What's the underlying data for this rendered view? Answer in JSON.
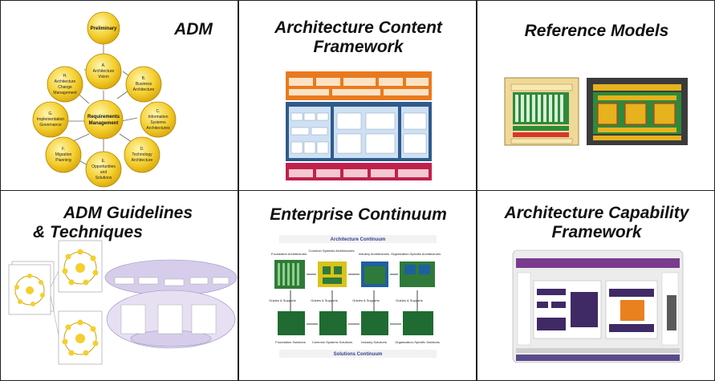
{
  "panels": {
    "adm": {
      "title": "ADM",
      "phases": {
        "preliminary": "Preliminary",
        "a": [
          "A.",
          "Architecture",
          "Vision"
        ],
        "b": [
          "B.",
          "Business",
          "Architecture"
        ],
        "c": [
          "C.",
          "Information",
          "Systems",
          "Architectures"
        ],
        "d": [
          "D.",
          "Technology",
          "Architecture"
        ],
        "e": [
          "E.",
          "Opportunities",
          "and",
          "Solutions"
        ],
        "f": [
          "F.",
          "Migration",
          "Planning"
        ],
        "g": [
          "G.",
          "Implementation",
          "Governance"
        ],
        "h": [
          "H.",
          "Architecture",
          "Change",
          "Management"
        ],
        "center": [
          "Requirements",
          "Management"
        ]
      }
    },
    "content_framework": {
      "title_line1": "Architecture Content",
      "title_line2": "Framework"
    },
    "reference_models": {
      "title": "Reference Models"
    },
    "guidelines": {
      "title_line1": "ADM  Guidelines",
      "title_line2": "& Techniques"
    },
    "continuum": {
      "title": "Enterprise Continuum",
      "architecture_continuum": "Architecture Continuum",
      "solutions_continuum": "Solutions Continuum",
      "top_labels": [
        "Foundation Architectures",
        "Common Systems Architectures",
        "Industry Architectures",
        "Organization-Specific Architectures"
      ],
      "bottom_labels": [
        "Foundation Solutions",
        "Common Systems Solutions",
        "Industry Solutions",
        "Organization-Specific Solutions"
      ],
      "guides": "Guides & Supports"
    },
    "capability": {
      "title_line1": "Architecture Capability",
      "title_line2": "Framework"
    }
  },
  "colors": {
    "border": "#222222",
    "phase_fill": "#f5d33a",
    "phase_stroke": "#b58a00",
    "continuum_green": "#2f7a3a",
    "continuum_yellow": "#d9c31a"
  }
}
